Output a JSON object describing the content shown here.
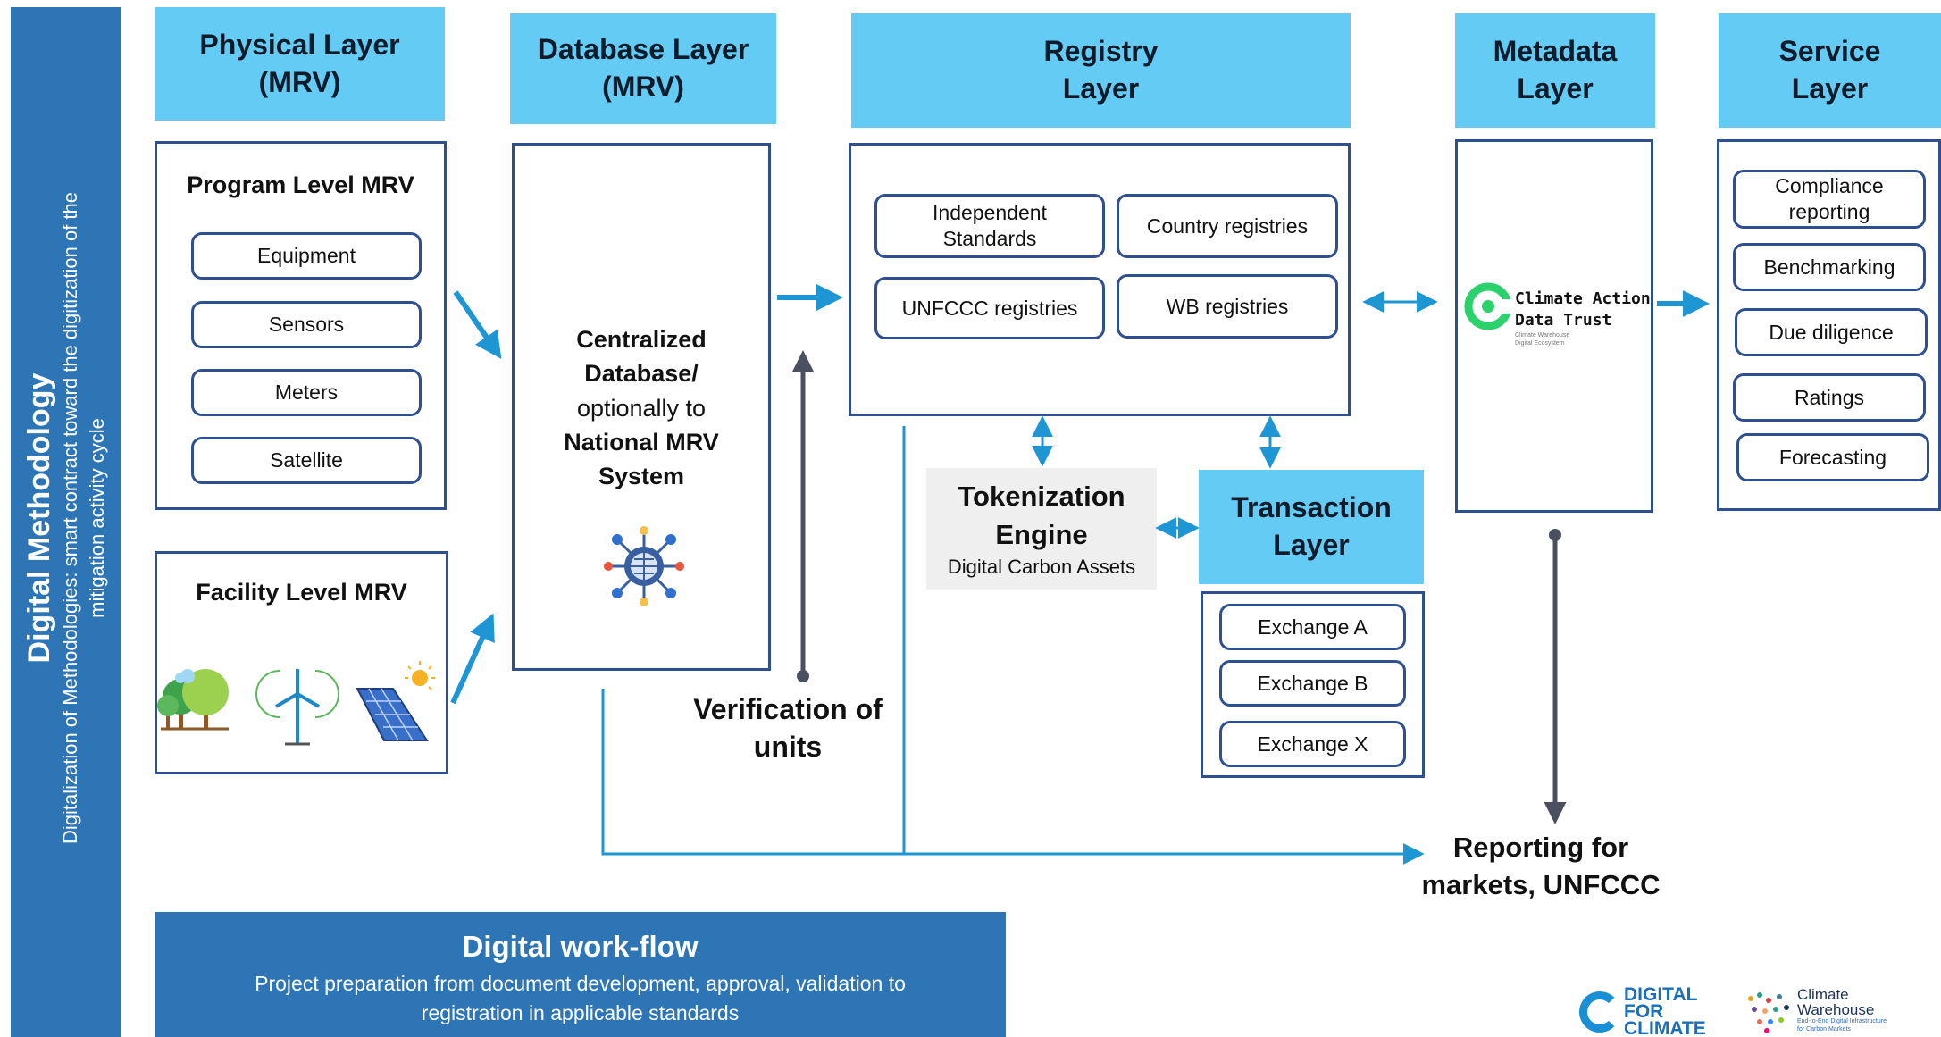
{
  "sidebar": {
    "title": "Digital Methodology",
    "subtitle_line1": "Digitalization of Methodologies: smart contract toward the digitization of the",
    "subtitle_line2": "mitigation activity cycle"
  },
  "physical": {
    "header": "Physical Layer\n(MRV)",
    "program_title": "Program Level MRV",
    "program_items": [
      "Equipment",
      "Sensors",
      "Meters",
      "Satellite"
    ],
    "facility_title": "Facility Level MRV"
  },
  "database": {
    "header": "Database Layer\n(MRV)",
    "line1": "Centralized",
    "line2": "Database/",
    "line3": "optionally to",
    "line4": "National MRV",
    "line5": "System"
  },
  "registry": {
    "header": "Registry\nLayer",
    "items": [
      "Independent\nStandards",
      "Country registries",
      "UNFCCC registries",
      "WB registries"
    ]
  },
  "metadata": {
    "header": "Metadata\nLayer",
    "logo_line1": "Climate Action",
    "logo_line2": "Data Trust",
    "logo_small1": "Climate Warehouse",
    "logo_small2": "Digital Ecosystem"
  },
  "service": {
    "header": "Service\nLayer",
    "items": [
      "Compliance\nreporting",
      "Benchmarking",
      "Due diligence",
      "Ratings",
      "Forecasting"
    ]
  },
  "tokenization": {
    "title_line1": "Tokenization",
    "title_line2": "Engine",
    "subtitle": "Digital Carbon Assets"
  },
  "transaction": {
    "header": "Transaction\nLayer",
    "items": [
      "Exchange A",
      "Exchange B",
      "Exchange X"
    ]
  },
  "verification": {
    "line1": "Verification of",
    "line2": "units"
  },
  "reporting": {
    "line1": "Reporting for",
    "line2": "markets, UNFCCC"
  },
  "workflow": {
    "title": "Digital work-flow",
    "line1": "Project preparation from document development, approval, validation to",
    "line2": "registration in applicable standards"
  },
  "logos": {
    "dfc_line1": "DIGITAL",
    "dfc_line2": "FOR",
    "dfc_line3": "CLIMATE",
    "cw_line1": "Climate",
    "cw_line2": "Warehouse",
    "cw_line3": "End-to-End Digital Infrastructure",
    "cw_line4": "for Carbon Markets"
  },
  "colors": {
    "header_fill": "#64ccf4",
    "sidebar_fill": "#2e75b6",
    "border": "#2f4f8f",
    "arrow": "#1e96d4",
    "dark_arrow": "#4a5060"
  }
}
